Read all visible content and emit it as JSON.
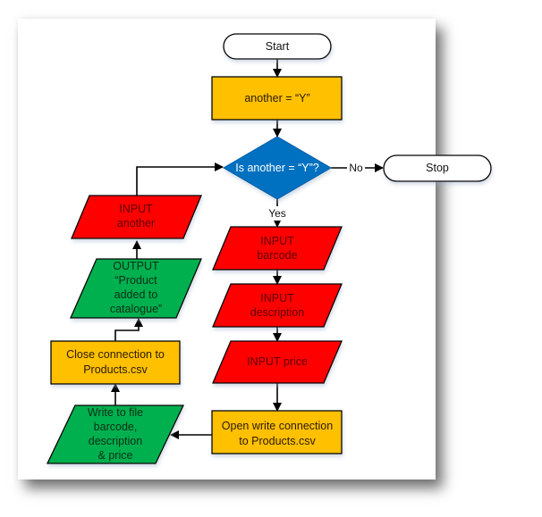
{
  "colors": {
    "process": "#FFC000",
    "decision": "#0070C0",
    "input": "#FF0000",
    "output": "#00B050",
    "terminator": "#FFFFFF",
    "line": "#000000",
    "input_text": "#5A0000",
    "output_text": "#0B2E14"
  },
  "nodes": {
    "start": {
      "type": "terminator",
      "text": [
        "Start"
      ]
    },
    "init": {
      "type": "process",
      "text": [
        "another = “Y”"
      ]
    },
    "decision": {
      "type": "decision",
      "text": [
        "Is another = “Y”?"
      ]
    },
    "stop": {
      "type": "terminator",
      "text": [
        "Stop"
      ]
    },
    "input_barcode": {
      "type": "input",
      "text": [
        "INPUT",
        "barcode"
      ]
    },
    "input_description": {
      "type": "input",
      "text": [
        "INPUT",
        "description"
      ]
    },
    "input_price": {
      "type": "input",
      "text": [
        "INPUT price"
      ]
    },
    "open_connection": {
      "type": "process",
      "text": [
        "Open write connection",
        "to Products.csv"
      ]
    },
    "write_file": {
      "type": "output",
      "text": [
        "Write to file",
        "barcode,",
        "description",
        "& price"
      ]
    },
    "close_connection": {
      "type": "process",
      "text": [
        "Close connection to",
        "Products.csv"
      ]
    },
    "output_message": {
      "type": "output",
      "text": [
        "OUTPUT",
        "“Product",
        "added to",
        "catalogue”"
      ]
    },
    "input_another": {
      "type": "input",
      "text": [
        "INPUT",
        "another"
      ]
    }
  },
  "edges": [
    {
      "from": "start",
      "to": "init",
      "label": ""
    },
    {
      "from": "init",
      "to": "decision",
      "label": ""
    },
    {
      "from": "decision",
      "to": "stop",
      "label": "No"
    },
    {
      "from": "decision",
      "to": "input_barcode",
      "label": "Yes"
    },
    {
      "from": "input_barcode",
      "to": "input_description",
      "label": ""
    },
    {
      "from": "input_description",
      "to": "input_price",
      "label": ""
    },
    {
      "from": "input_price",
      "to": "open_connection",
      "label": ""
    },
    {
      "from": "open_connection",
      "to": "write_file",
      "label": ""
    },
    {
      "from": "write_file",
      "to": "close_connection",
      "label": ""
    },
    {
      "from": "close_connection",
      "to": "output_message",
      "label": ""
    },
    {
      "from": "output_message",
      "to": "input_another",
      "label": ""
    },
    {
      "from": "input_another",
      "to": "decision",
      "label": ""
    }
  ]
}
